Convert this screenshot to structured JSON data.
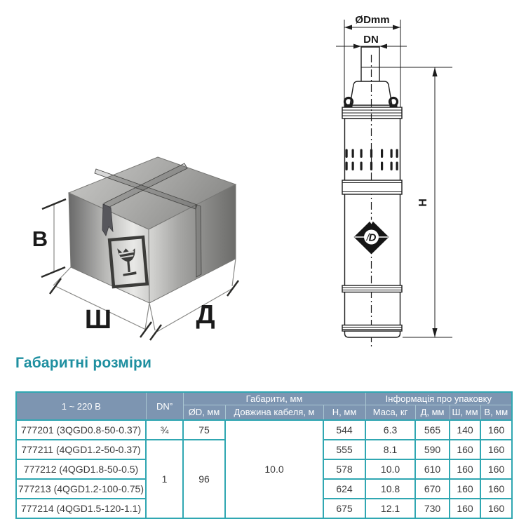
{
  "section": {
    "title": "Габаритні розміри"
  },
  "illustrations": {
    "package_box": {
      "labels": {
        "height": "В",
        "width": "Ш",
        "length": "Д"
      }
    },
    "pump_drawing": {
      "labels": {
        "diameter": "ØDmm",
        "outlet": "DN",
        "height": "H"
      }
    }
  },
  "table": {
    "headers": {
      "voltage": "1 ~ 220 В",
      "dn": "DN”",
      "dimensions_group": "Габарити, мм",
      "packaging_group": "Інформація про упаковку",
      "sub": [
        "ØD, мм",
        "Довжина кабеля, м",
        "Н, мм",
        "Маса, кг",
        "Д, мм",
        "Ш, мм",
        "В, мм"
      ]
    },
    "shared": {
      "cable_length": "10.0",
      "dn_group": "1",
      "diameter_group": "96"
    },
    "rows": [
      {
        "model": "777201 (3QGD0.8-50-0.37)",
        "dn": "¾",
        "diameter": "75",
        "h": "544",
        "mass": "6.3",
        "d": "565",
        "w": "140",
        "v": "160"
      },
      {
        "model": "777211 (4QGD1.2-50-0.37)",
        "h": "555",
        "mass": "8.1",
        "d": "590",
        "w": "160",
        "v": "160"
      },
      {
        "model": "777212 (4QGD1.8-50-0.5)",
        "h": "578",
        "mass": "10.0",
        "d": "610",
        "w": "160",
        "v": "160"
      },
      {
        "model": "777213 (4QGD1.2-100-0.75)",
        "h": "624",
        "mass": "10.8",
        "d": "670",
        "w": "160",
        "v": "160"
      },
      {
        "model": "777214 (4QGD1.5-120-1.1)",
        "h": "675",
        "mass": "12.1",
        "d": "730",
        "w": "160",
        "v": "160"
      }
    ]
  },
  "colors": {
    "accent_teal": "#30a7b2",
    "header_bg": "#7d95b1",
    "title_teal": "#1e8fa0",
    "line_black": "#1c1c1c"
  }
}
